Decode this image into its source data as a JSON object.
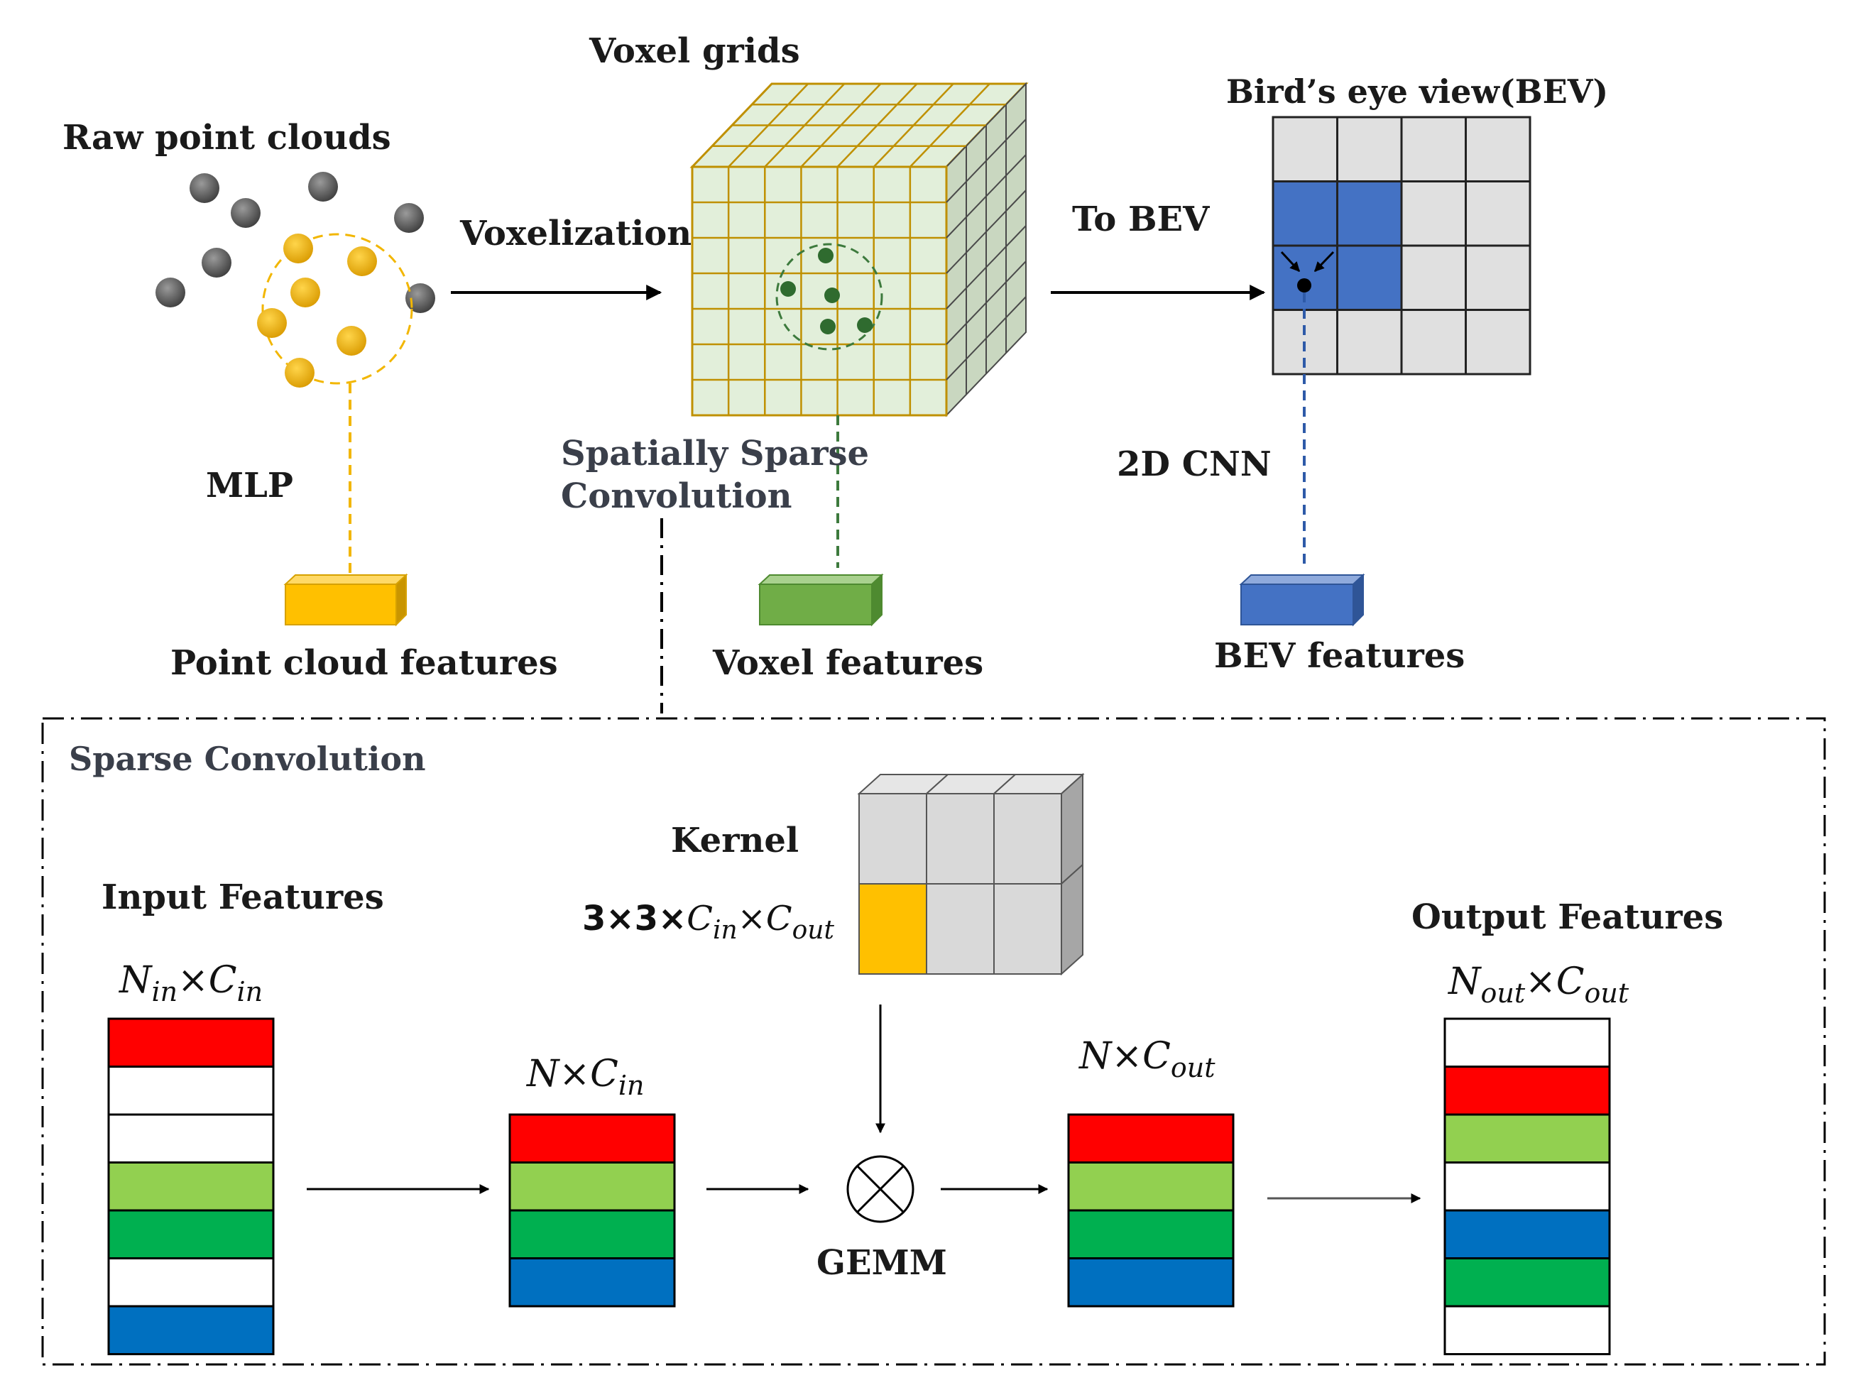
{
  "top": {
    "raw_point_clouds": "Raw point clouds",
    "voxelization": "Voxelization",
    "voxel_grids": "Voxel grids",
    "to_bev": "To BEV",
    "bev_title": "Bird’s eye view(BEV)",
    "mlp": "MLP",
    "spatially_sparse_line1": "Spatially Sparse",
    "spatially_sparse_line2": "Convolution",
    "cnn2d": "2D CNN",
    "point_cloud_features": "Point cloud features",
    "voxel_features": "Voxel features",
    "bev_features": "BEV features"
  },
  "sparse": {
    "title": "Sparse Convolution",
    "kernel": "Kernel",
    "kernel_dim_prefix": "3×3×",
    "input_features": "Input Features",
    "output_features": "Output Features",
    "gemm": "GEMM",
    "input_dims": {
      "n": "N",
      "n_sub": "in",
      "times": "×",
      "c": "C",
      "c_sub": "in"
    },
    "mid_in_dims": {
      "n": "N",
      "n_sub": "",
      "times": "×",
      "c": "C",
      "c_sub": "in"
    },
    "mid_out_dims": {
      "n": "N",
      "n_sub": "",
      "times": "×",
      "c": "C",
      "c_sub": "out"
    },
    "output_dims": {
      "n": "N",
      "n_sub": "out",
      "times": "×",
      "c": "C",
      "c_sub": "out"
    },
    "kernel_dims": {
      "c1": "C",
      "c1_sub": "in",
      "times": "×",
      "c2": "C",
      "c2_sub": "out"
    }
  },
  "colors": {
    "red": "#ff0000",
    "light_green": "#92d050",
    "green": "#00b050",
    "blue": "#0070c0",
    "white": "#ffffff",
    "point_gray": "#555555",
    "point_yellow": "#f2b600",
    "point_cloud_box": "#ffc000",
    "voxel_box": "#70ad47",
    "bev_box": "#4472c4",
    "voxel_face": "#e2efda",
    "voxel_grid_line": "#bf9000",
    "bev_blue": "#4472c4",
    "bev_gray": "#e0e0e0",
    "kernel_gray": "#d9d9d9",
    "kernel_yellow": "#ffc000"
  },
  "stacks": {
    "input": [
      "red",
      "white",
      "white",
      "light_green",
      "green",
      "white",
      "blue"
    ],
    "mid_in": [
      "red",
      "light_green",
      "green",
      "blue"
    ],
    "mid_out": [
      "red",
      "light_green",
      "green",
      "blue"
    ],
    "output": [
      "white",
      "red",
      "light_green",
      "white",
      "blue",
      "green",
      "white"
    ]
  }
}
